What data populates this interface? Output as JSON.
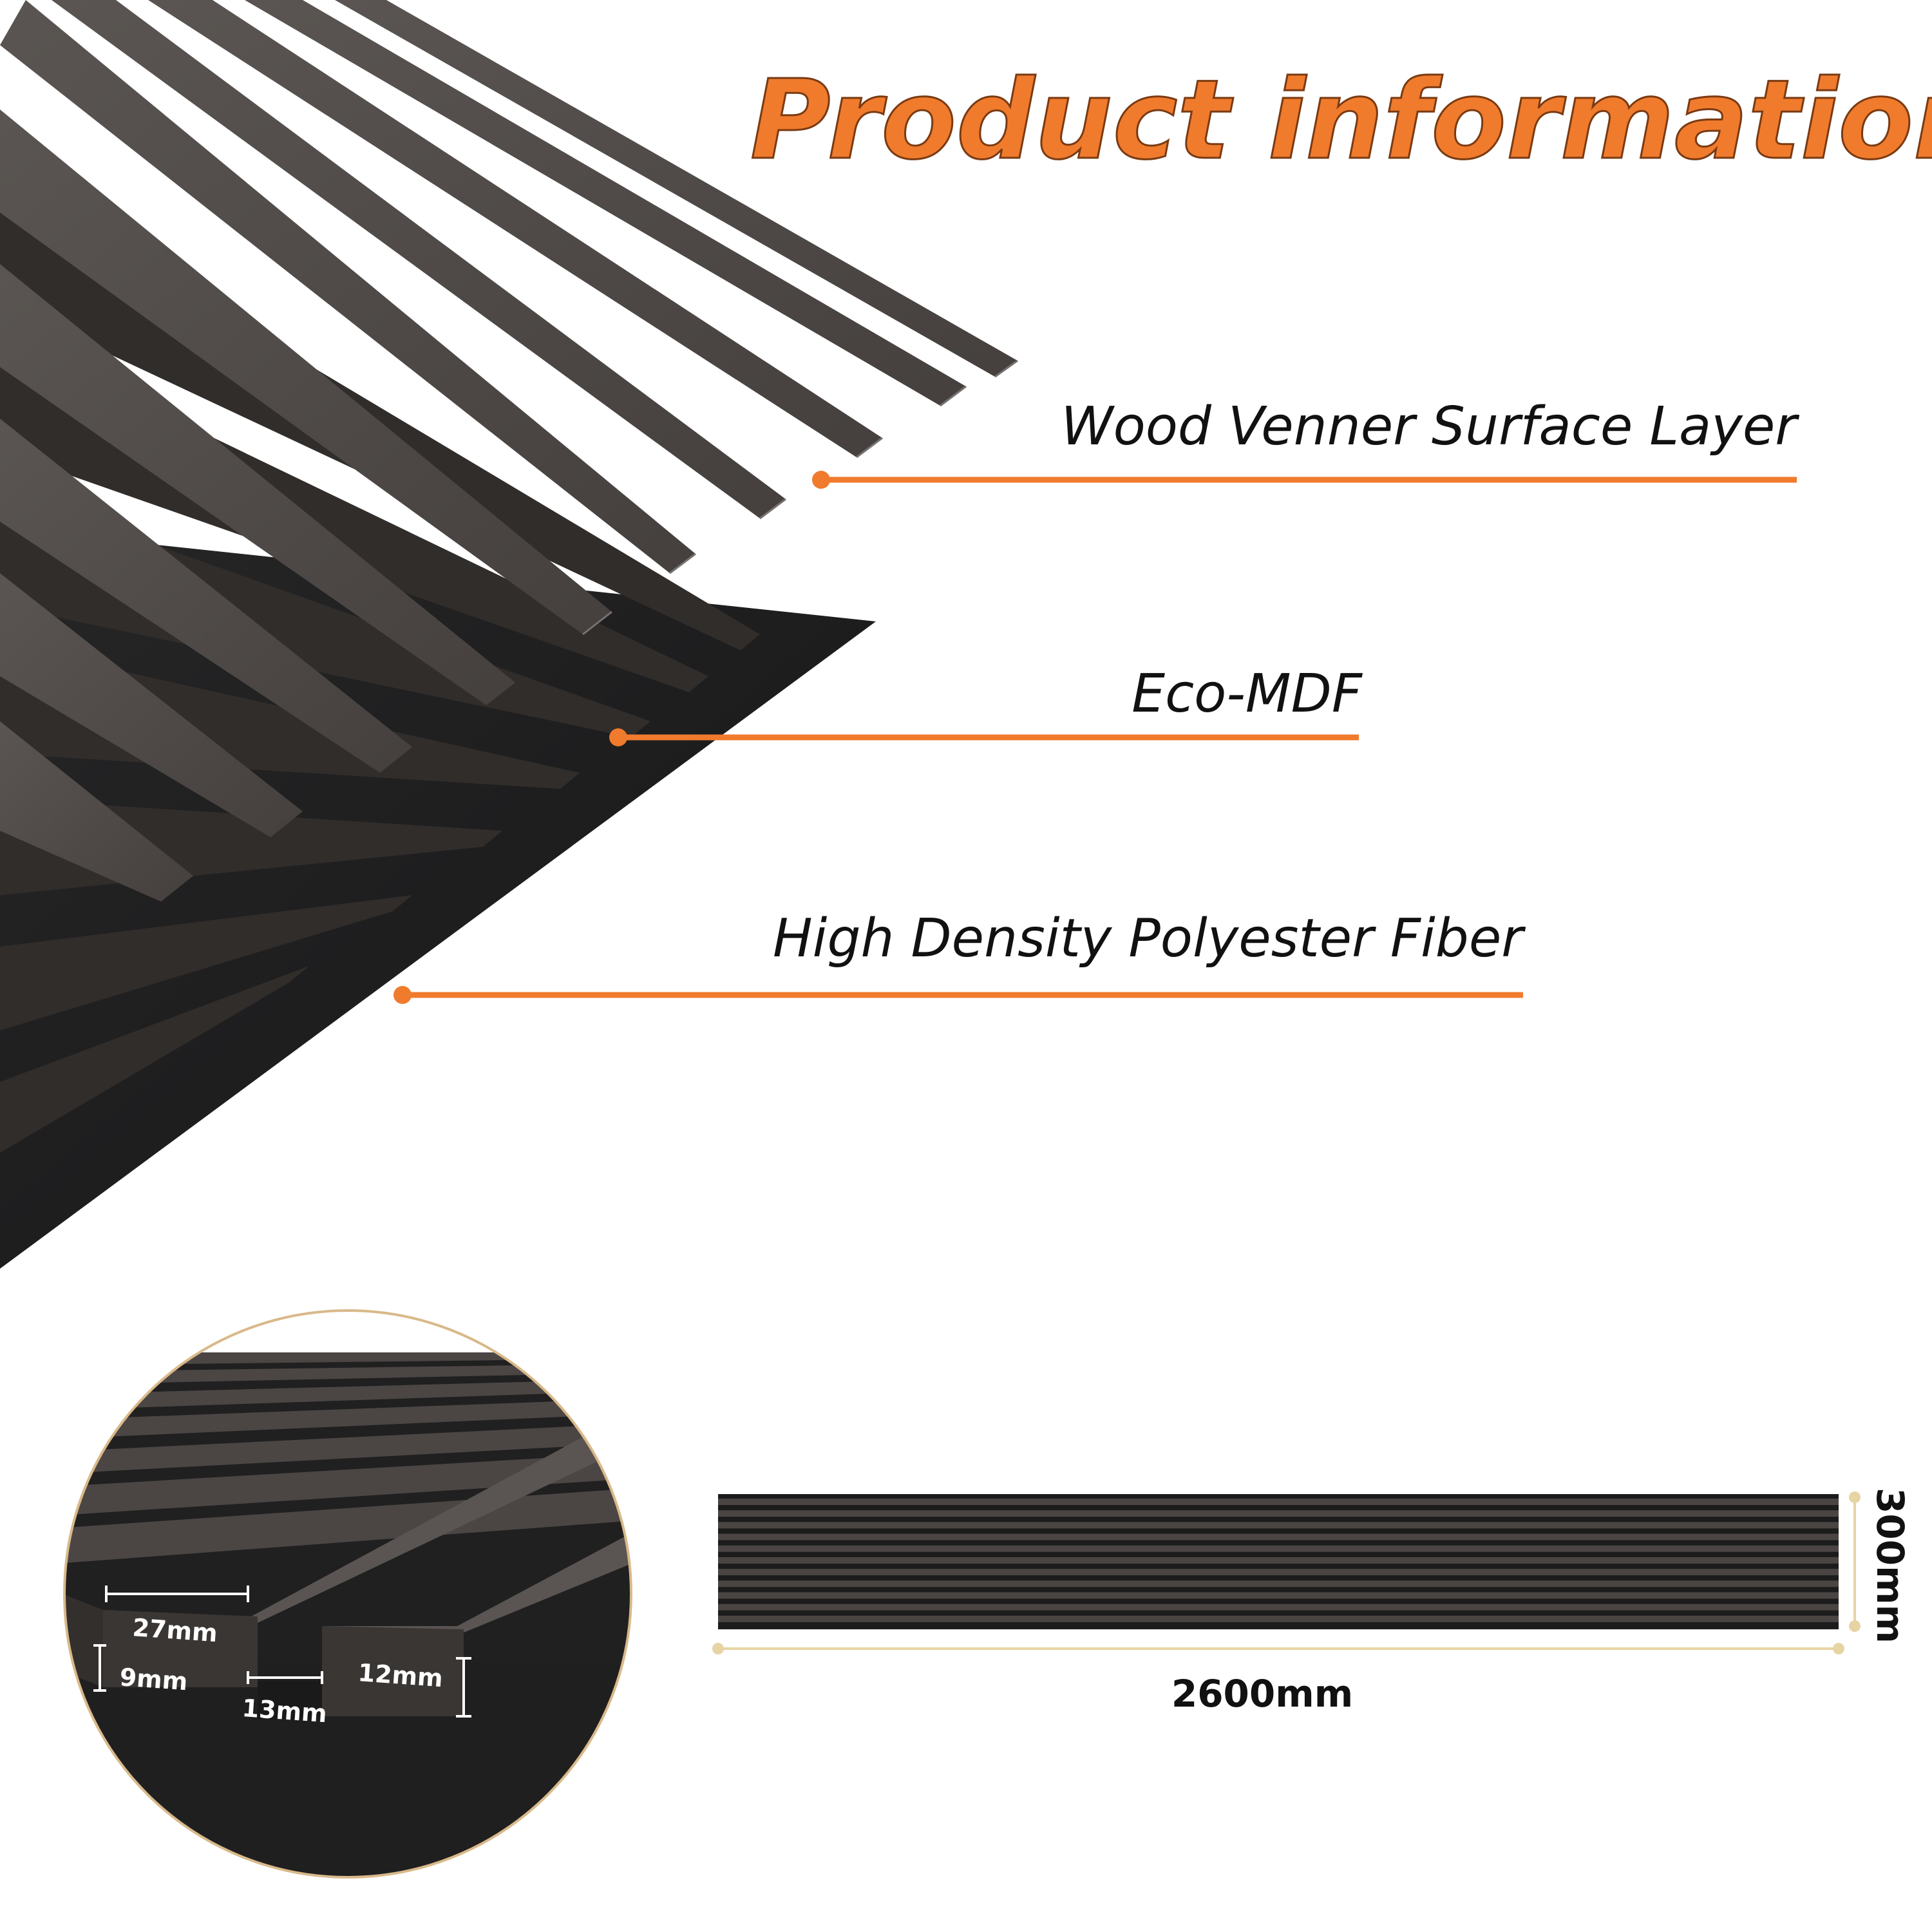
{
  "header": {
    "title": "Product information"
  },
  "layers": [
    {
      "label": "Wood Venner Surface Layer"
    },
    {
      "label": "Eco-MDF"
    },
    {
      "label": "High Density Polyester Fiber"
    }
  ],
  "detail": {
    "slat_width": "27mm",
    "slat_thickness": "9mm",
    "slat_gap": "13mm",
    "total_height": "12mm"
  },
  "panel": {
    "length": "2600mm",
    "width": "300mm",
    "slat_count": 11
  },
  "colors": {
    "accent": "#f07b2d",
    "ring": "#d9b98a",
    "dim_line": "#e7d4a4",
    "wood": "#4a4543",
    "wood_light": "#5d5855",
    "shadow": "#2f2b29",
    "felt": "#1e1e1f"
  }
}
